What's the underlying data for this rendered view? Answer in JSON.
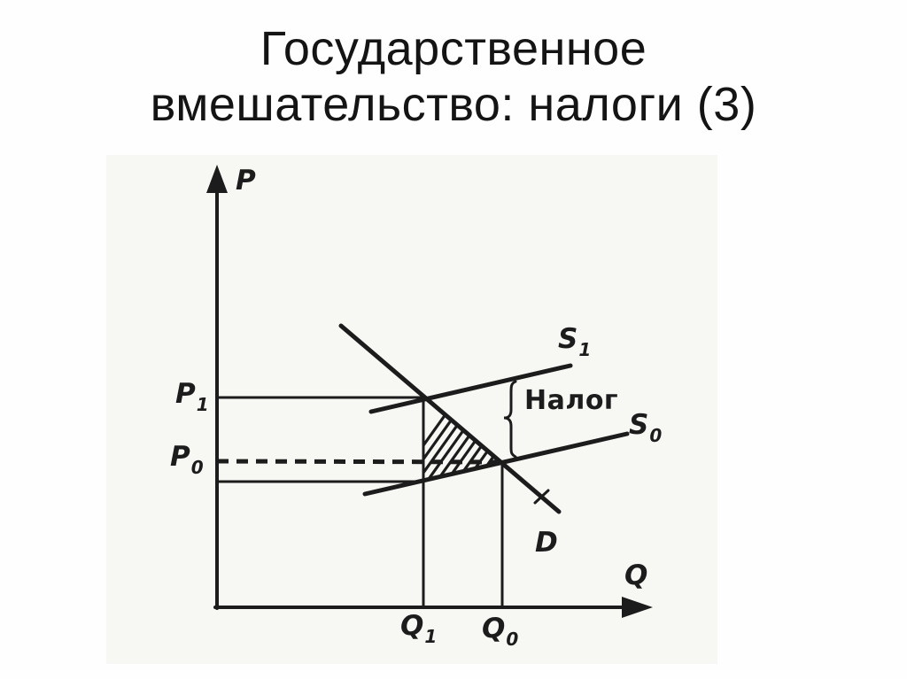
{
  "slide": {
    "title_line1": "Государственное",
    "title_line2": "вмешательство: налоги (3)"
  },
  "diagram": {
    "axis_labels": {
      "price": "P",
      "quantity": "Q"
    },
    "price_marks": {
      "p1": {
        "base": "P",
        "sub": "1"
      },
      "p0": {
        "base": "P",
        "sub": "0"
      }
    },
    "quantity_marks": {
      "q1": {
        "base": "Q",
        "sub": "1"
      },
      "q0": {
        "base": "Q",
        "sub": "0"
      }
    },
    "curve_labels": {
      "s1": {
        "base": "S",
        "sub": "1"
      },
      "s0": {
        "base": "S",
        "sub": "0"
      },
      "demand": "D"
    },
    "tax_label": "Налог",
    "colors": {
      "ink": "#1c1c1c",
      "scan_background": "#f7f7f4",
      "page_background": "#fefefe"
    }
  }
}
